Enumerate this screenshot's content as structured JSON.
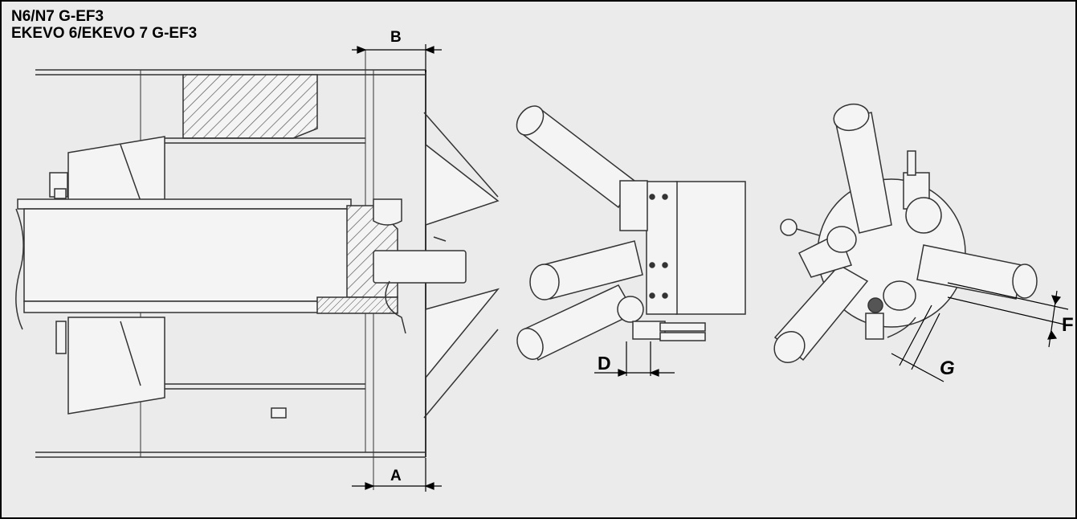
{
  "titles": {
    "line1": "N6/N7 G-EF3",
    "line2": "EKEVO 6/EKEVO 7 G-EF3"
  },
  "dimensions": {
    "a": "A",
    "b": "B",
    "d": "D",
    "f": "F",
    "g": "G"
  },
  "colors": {
    "background": "#ebebeb",
    "frame": "#000000",
    "line": "#3a3a3a",
    "metal": "#f4f4f4"
  }
}
